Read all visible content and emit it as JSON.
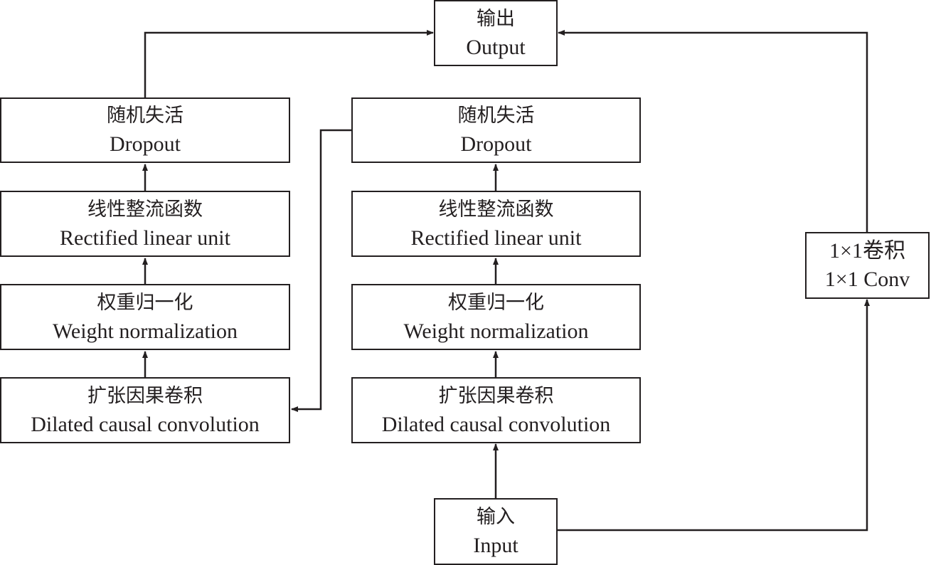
{
  "output": {
    "zh": "输出",
    "en": "Output"
  },
  "input": {
    "zh": "输入",
    "en": "Input"
  },
  "conv1x1": {
    "zh": "1×1卷积",
    "en": "1×1 Conv"
  },
  "left_column": {
    "dropout": {
      "zh": "随机失活",
      "en": "Dropout"
    },
    "relu": {
      "zh": "线性整流函数",
      "en": "Rectified linear unit"
    },
    "weight_norm": {
      "zh": "权重归一化",
      "en": "Weight normalization"
    },
    "dilated_conv": {
      "zh": "扩张因果卷积",
      "en": "Dilated causal convolution"
    }
  },
  "right_column": {
    "dropout": {
      "zh": "随机失活",
      "en": "Dropout"
    },
    "relu": {
      "zh": "线性整流函数",
      "en": "Rectified linear unit"
    },
    "weight_norm": {
      "zh": "权重归一化",
      "en": "Weight normalization"
    },
    "dilated_conv": {
      "zh": "扩张因果卷积",
      "en": "Dilated causal convolution"
    }
  }
}
